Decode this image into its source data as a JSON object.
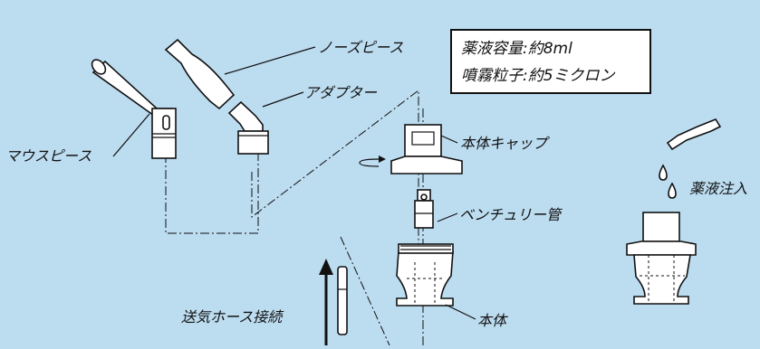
{
  "labels": {
    "nose_piece": "ノーズピース",
    "adapter": "アダプター",
    "mouthpiece": "マウスピース",
    "body_cap": "本体キャップ",
    "venturi_tube": "ベンチュリー管",
    "body": "本体",
    "air_hose": "送気ホース接続",
    "liquid_injection": "薬液注入"
  },
  "spec": {
    "capacity": "薬液容量:約8ml",
    "particle": "噴霧粒子:約5ミクロン"
  }
}
